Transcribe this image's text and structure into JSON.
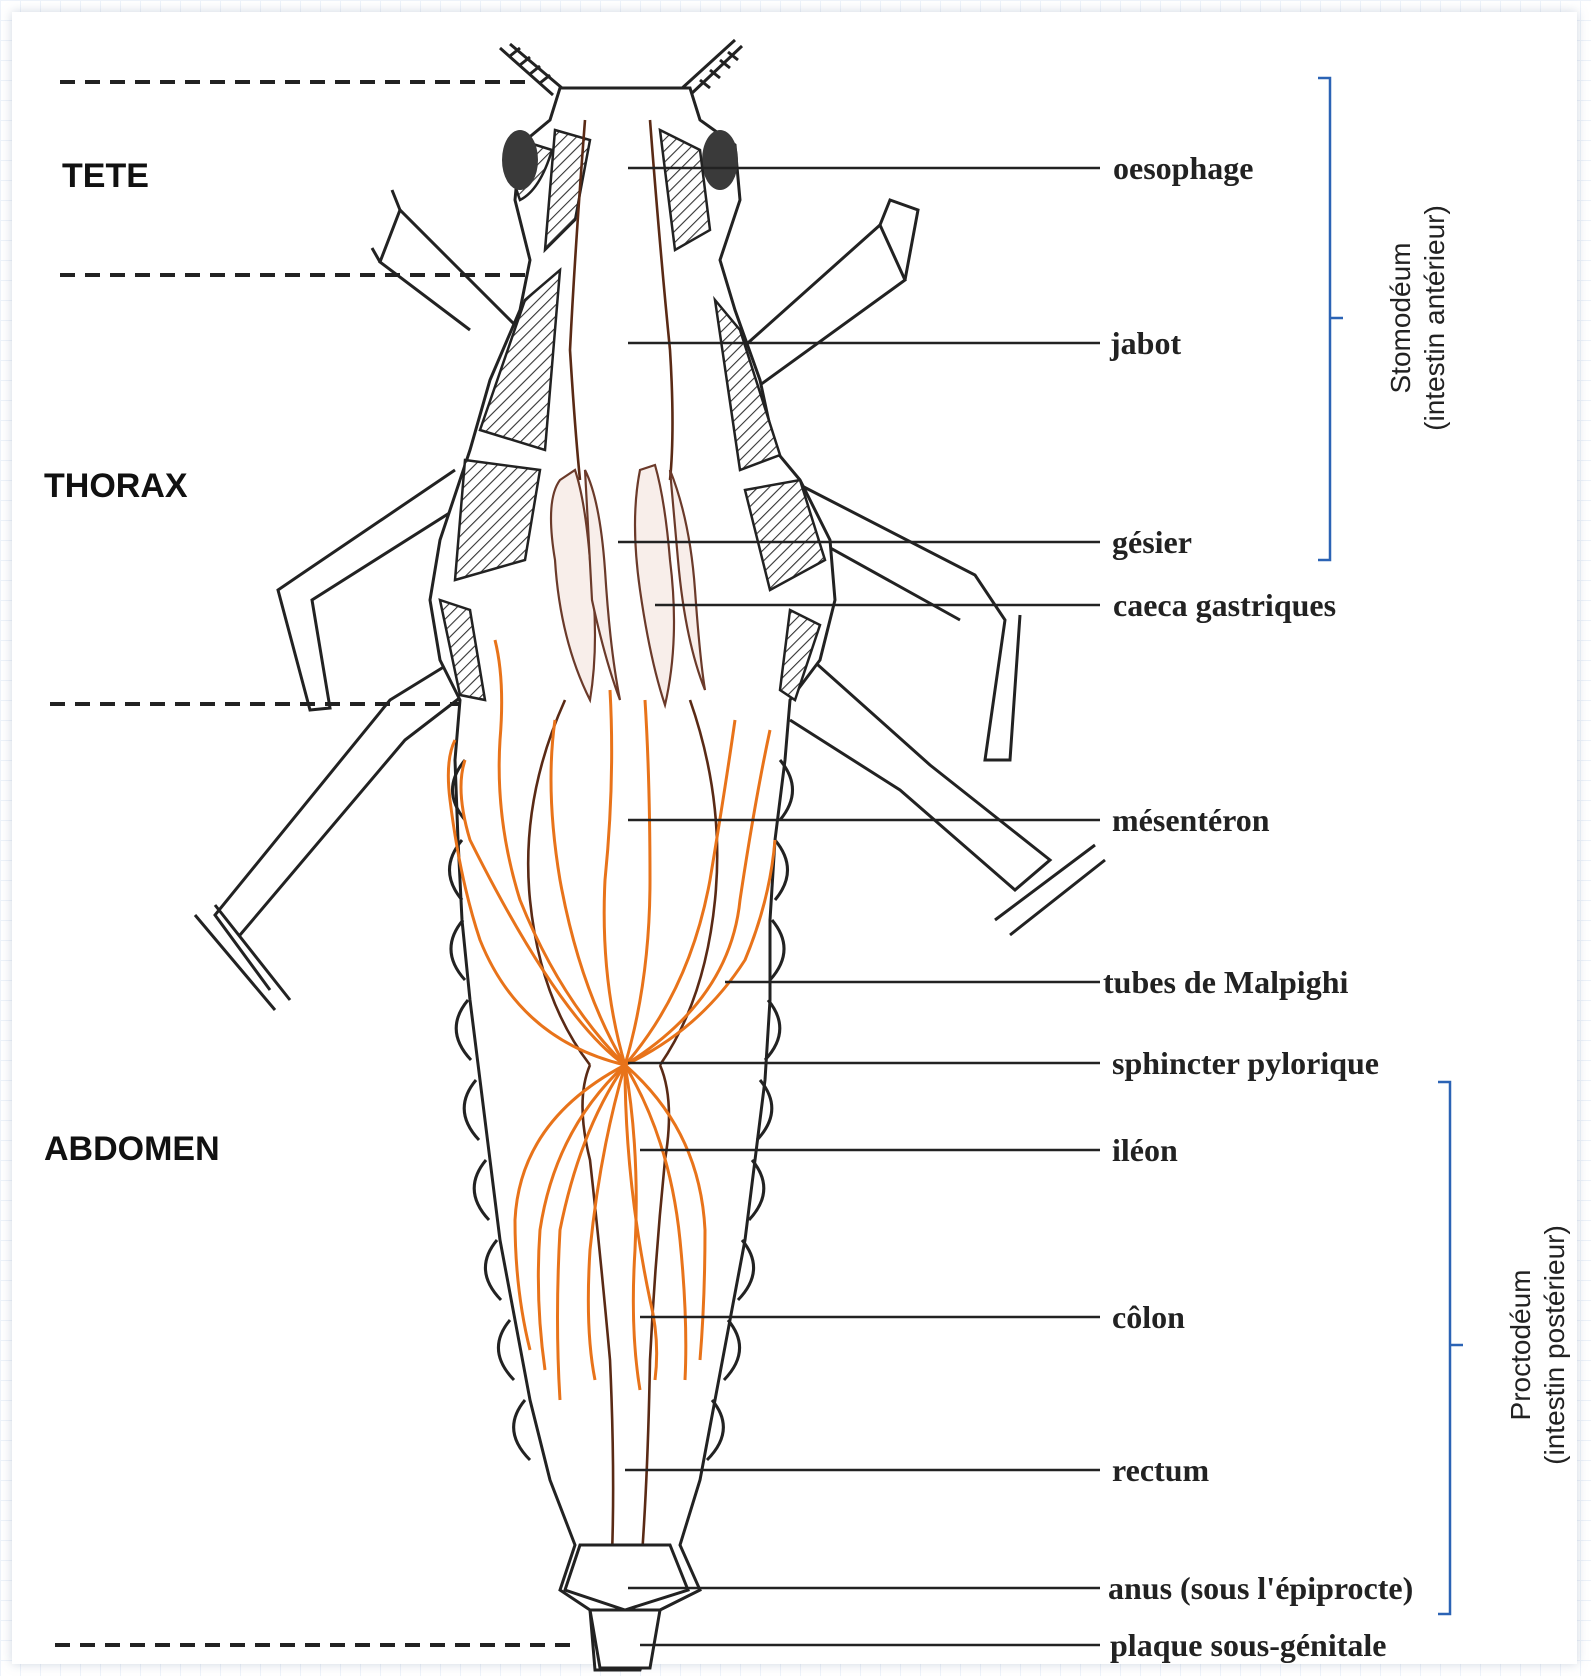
{
  "regions": {
    "tete": "TETE",
    "thorax": "THORAX",
    "abdomen": "ABDOMEN"
  },
  "labels": {
    "oesophage": "oesophage",
    "jabot": "jabot",
    "gesier": "gésier",
    "caeca": "caeca gastriques",
    "mesenteron": "mésentéron",
    "malpighi": "tubes de Malpighi",
    "sphincter": "sphincter pylorique",
    "ileon": "iléon",
    "colon": "côlon",
    "rectum": "rectum",
    "anus": "anus (sous l'épiprocte)",
    "plaque": "plaque sous-génitale"
  },
  "groups": {
    "stomodeum": {
      "title": "Stomodéum",
      "subtitle": "(intestin antérieur)"
    },
    "proctodeum": {
      "title": "Proctodéum",
      "subtitle": "(intestin postérieur)"
    }
  },
  "colors": {
    "brace": "#2b63b5",
    "malpighian_tubes": "#e8731a",
    "outline": "#222222"
  }
}
